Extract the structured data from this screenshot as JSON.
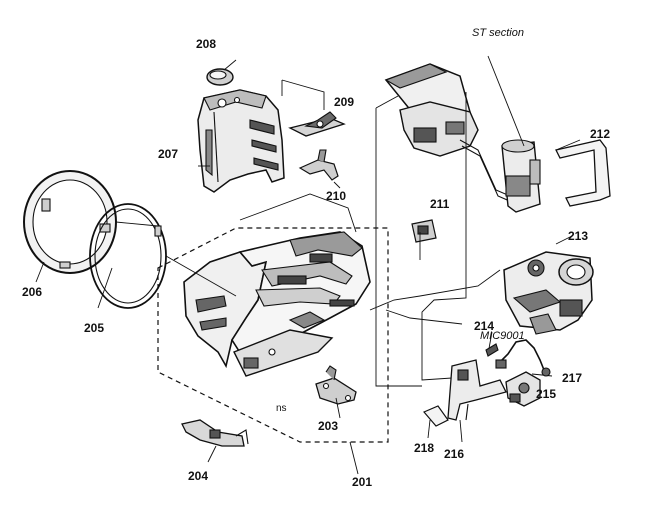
{
  "section_title": "ST section",
  "callouts": {
    "p201": "201",
    "p203": "203",
    "p204": "204",
    "p205": "205",
    "p206": "206",
    "p207": "207",
    "p208": "208",
    "p209": "209",
    "p210": "210",
    "p211": "211",
    "p212": "212",
    "p213": "213",
    "p214": "214",
    "p215": "215",
    "p216": "216",
    "p217": "217",
    "p218": "218",
    "mic": "MIC9001",
    "ns": "ns"
  },
  "colors": {
    "ink": "#111111",
    "fill_light": "#e8e8e8",
    "fill_mid": "#b5b5b5",
    "fill_dark": "#4a4a4a"
  }
}
